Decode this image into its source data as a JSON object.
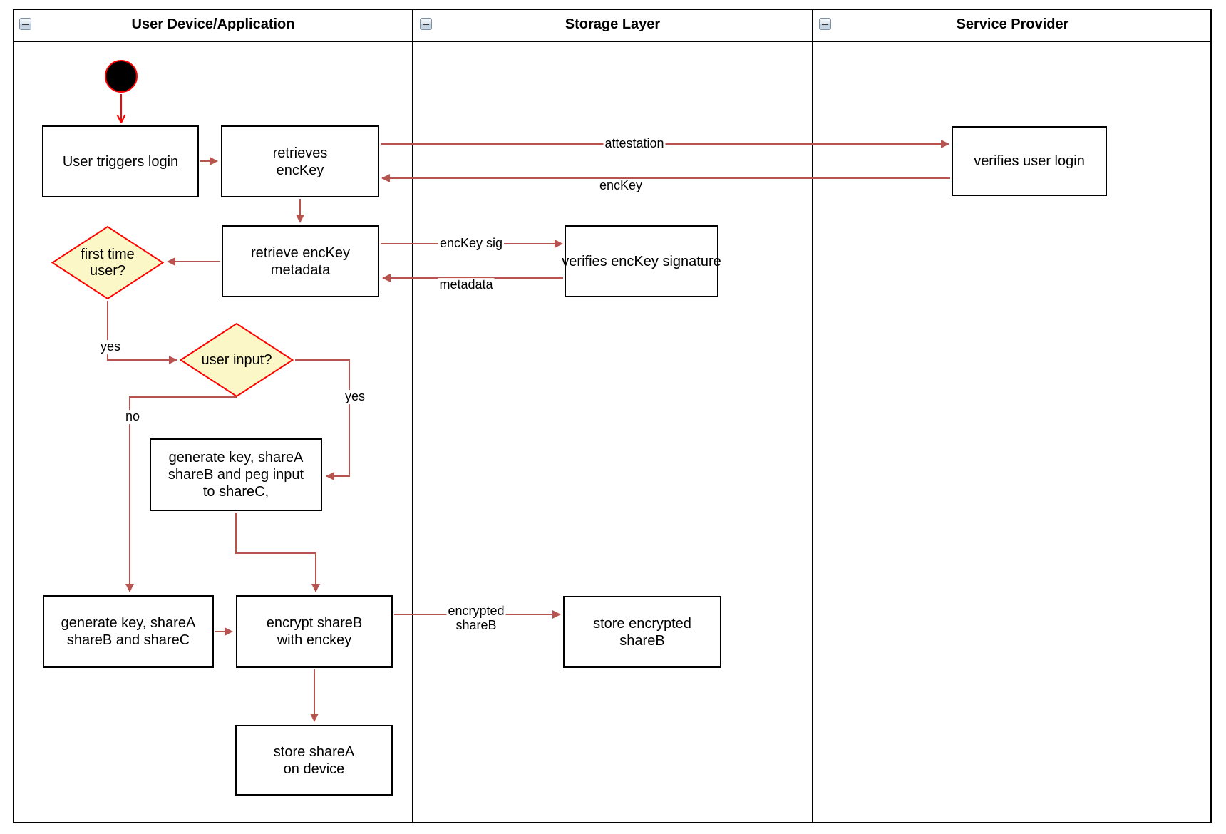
{
  "lanes": [
    {
      "title": "User Device/Application"
    },
    {
      "title": "Storage Layer"
    },
    {
      "title": "Service Provider"
    }
  ],
  "nodes": {
    "user_triggers_login": {
      "label": "User triggers login"
    },
    "retrieves_enckey": {
      "label": "retrieves\nencKey"
    },
    "verifies_user_login": {
      "label": "verifies user login"
    },
    "retrieve_enckey_metadata": {
      "label": "retrieve encKey\nmetadata"
    },
    "first_time_user": {
      "label": "first time\nuser?"
    },
    "verifies_enckey_signature": {
      "label": "verifies encKey signature"
    },
    "user_input": {
      "label": "user input?"
    },
    "generate_key_peg_input": {
      "label": "generate key, shareA\nshareB and peg input\nto shareC,"
    },
    "generate_key_sharec": {
      "label": "generate key, shareA\nshareB and shareC"
    },
    "encrypt_shareb": {
      "label": "encrypt shareB\nwith enckey"
    },
    "store_encrypted_shareb": {
      "label": "store encrypted\nshareB"
    },
    "store_sharea": {
      "label": "store shareA\non device"
    }
  },
  "edge_labels": {
    "attestation": "attestation",
    "enckey_return": "encKey",
    "enckey_sig": "encKey sig",
    "metadata_return": "metadata",
    "encrypted_shareb": "encrypted\nshareB",
    "first_time_yes": "yes",
    "user_input_yes": "yes",
    "user_input_no": "no"
  },
  "colors": {
    "connector": "#B85450",
    "start_arrow": "#FF0000",
    "start_fill": "#000000",
    "decision_fill": "#FBF7C6",
    "decision_border": "#FF0000",
    "shape_border": "#000000"
  }
}
